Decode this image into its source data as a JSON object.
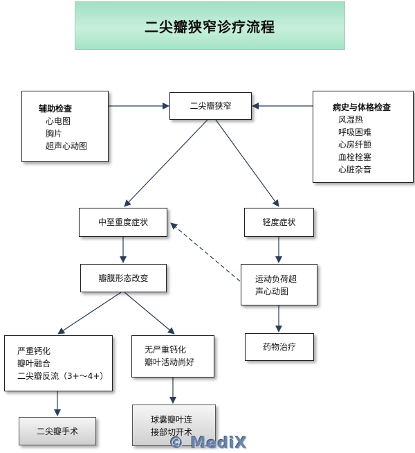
{
  "title": "二尖瓣狭窄诊疗流程",
  "nodes": {
    "root": "二尖瓣狭窄",
    "aux_exam": {
      "heading": "辅助检查",
      "items": [
        "心电图",
        "胸片",
        "超声心动图"
      ]
    },
    "history_exam": {
      "heading": "病史与体格检查",
      "items": [
        "风湿热",
        "呼吸困难",
        "心房纤颤",
        "血栓栓塞",
        "心脏杂音"
      ]
    },
    "moderate_severe": "中至重度症状",
    "mild": "轻度症状",
    "valve_morphology": "瓣膜形态改变",
    "exercise_echo": [
      "运动负荷超",
      "声心动图"
    ],
    "medication": "药物治疗",
    "severe_calc": [
      "严重钙化",
      "瓣叶融合",
      "二尖瓣反流（3+～4+）"
    ],
    "no_severe_calc": [
      "无严重钙化",
      "瓣叶活动尚好"
    ],
    "mitral_surgery": "二尖瓣手术",
    "balloon": [
      "球囊瓣叶连",
      "接部切开术"
    ]
  },
  "watermark": "© MediX",
  "colors": {
    "title_bg": "#b8ead2",
    "arrow": "#2c3e57"
  }
}
